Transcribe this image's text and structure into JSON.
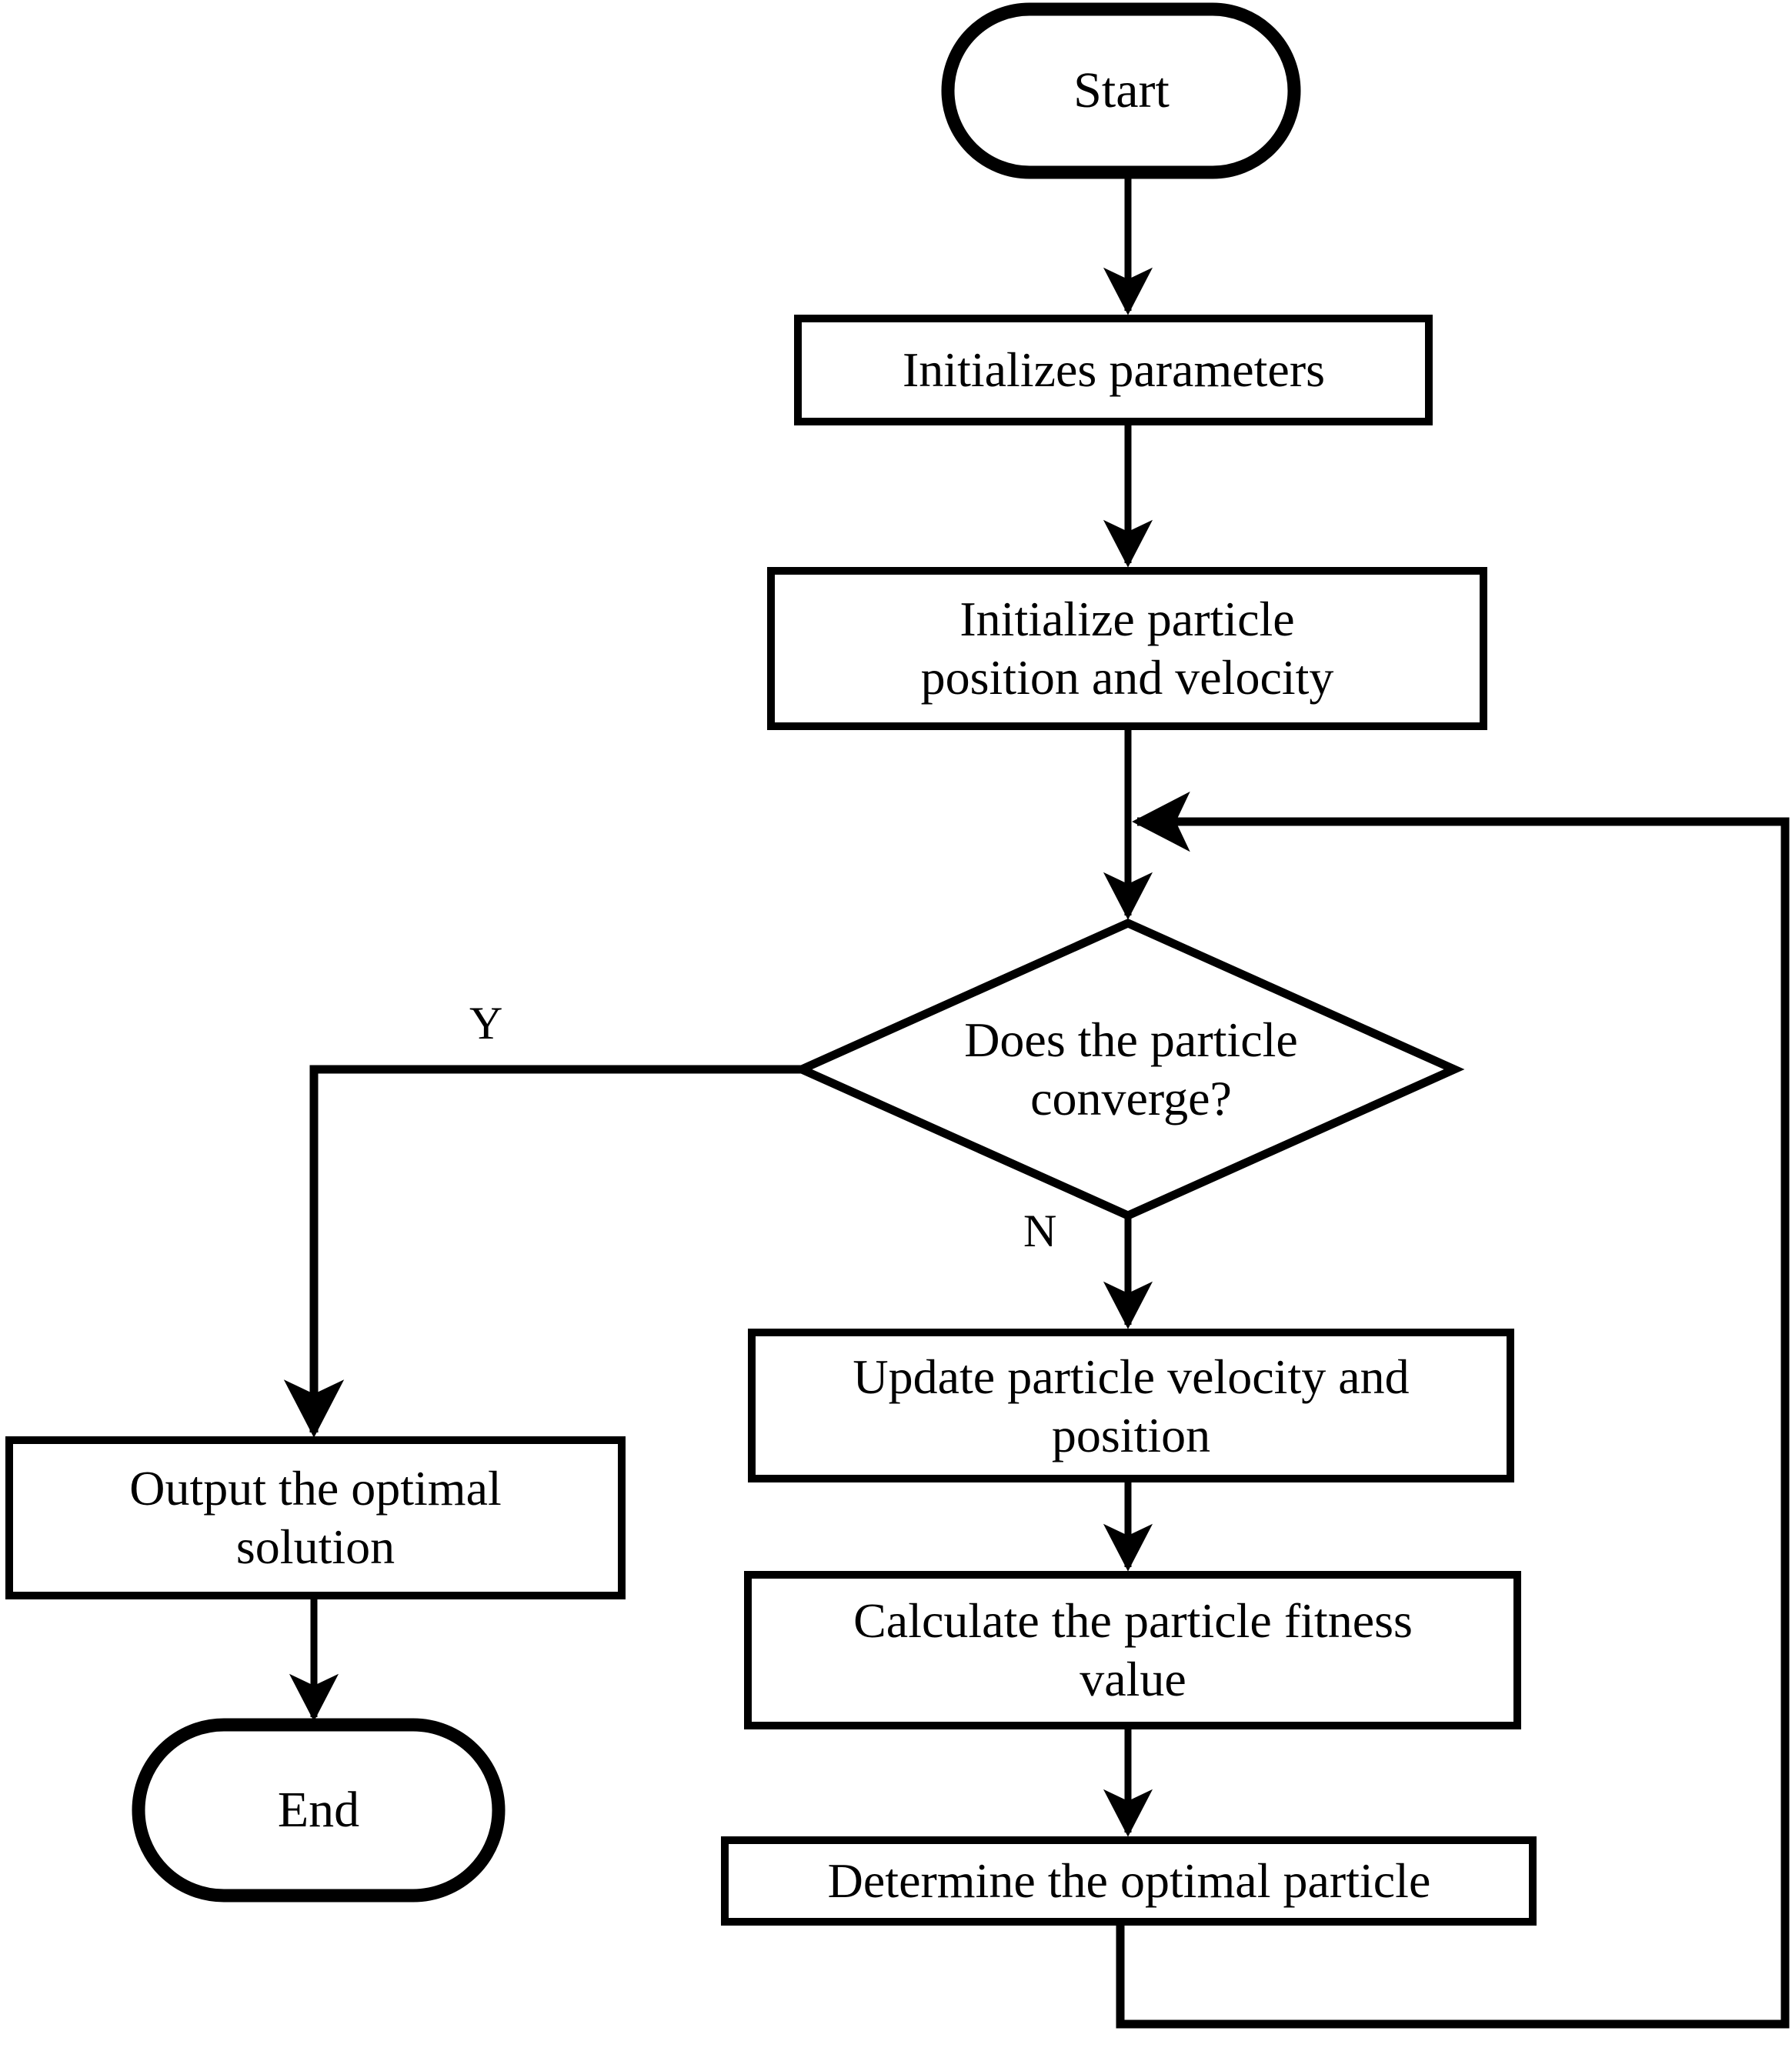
{
  "diagram": {
    "title": "Particle Swarm Optimization flowchart",
    "type": "flowchart",
    "orientation": "top-to-bottom",
    "stroke_color": "#000000",
    "fill_color": "#ffffff",
    "background_color": "#ffffff"
  },
  "nodes": {
    "start": {
      "label": "Start",
      "shape": "terminator"
    },
    "init": {
      "label": "Initializes  parameters",
      "shape": "process"
    },
    "init_pv": {
      "label": "Initialize particle\nposition and velocity",
      "shape": "process"
    },
    "decision": {
      "label": "Does the particle\nconverge?",
      "shape": "decision"
    },
    "update": {
      "label": "Update particle velocity and\nposition",
      "shape": "process"
    },
    "calc": {
      "label": "Calculate the particle fitness\nvalue",
      "shape": "process"
    },
    "determine": {
      "label": "Determine the optimal particle",
      "shape": "process"
    },
    "output": {
      "label": "Output the optimal\nsolution",
      "shape": "process"
    },
    "end": {
      "label": "End",
      "shape": "terminator"
    }
  },
  "edge_labels": {
    "yes": "Y",
    "no": "N"
  },
  "edges": [
    {
      "from": "start",
      "to": "init",
      "label": ""
    },
    {
      "from": "init",
      "to": "init_pv",
      "label": ""
    },
    {
      "from": "init_pv",
      "to": "decision",
      "label": ""
    },
    {
      "from": "decision",
      "to": "output",
      "label": "Y"
    },
    {
      "from": "decision",
      "to": "update",
      "label": "N"
    },
    {
      "from": "update",
      "to": "calc",
      "label": ""
    },
    {
      "from": "calc",
      "to": "determine",
      "label": ""
    },
    {
      "from": "determine",
      "to": "decision",
      "label": ""
    },
    {
      "from": "output",
      "to": "end",
      "label": ""
    }
  ]
}
